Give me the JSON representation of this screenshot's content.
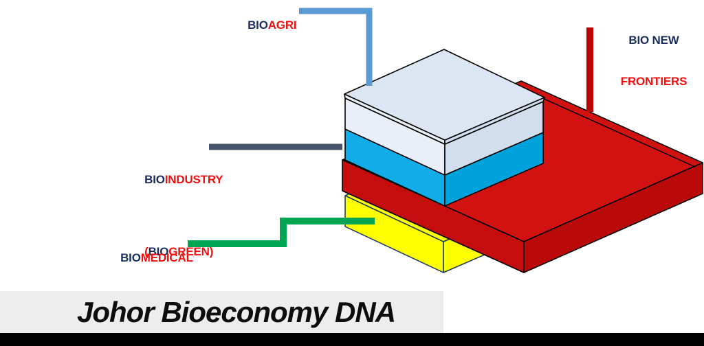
{
  "title": {
    "text": "Johor Bioeconomy DNA"
  },
  "labels": {
    "bioagri": {
      "bio": "BIO",
      "rest": "AGRI"
    },
    "bioindustry": {
      "bio": "BIO",
      "rest": "INDUSTRY"
    },
    "biogreen": {
      "open": "(",
      "bio": "BIO",
      "rest": "GREEN)"
    },
    "biomedical": {
      "bio": "BIO",
      "rest": "MEDICAL"
    },
    "bio_new_frontiers": {
      "line1": "BIO NEW",
      "line2": "FRONTIERS"
    }
  },
  "colors": {
    "navy_text": "#1B2E5F",
    "red_text": "#F80D0D",
    "connector_blue": "#5B9BD5",
    "connector_gray": "#44546A",
    "connector_green": "#00A651",
    "connector_red": "#C00000",
    "layer_pale_top": "#DCE6F2",
    "layer_pale_left": "#E9EFF8",
    "layer_pale_right": "#D2DEEE",
    "layer_cyan_left": "#12ACE8",
    "layer_cyan_right": "#00A2DC",
    "slab_red_top": "#D21111",
    "slab_red_left": "#C60D0D",
    "slab_red_right": "#BA0909",
    "layer_yellow": "#FFFF00",
    "title_bar_bg": "#EDEDED",
    "bottom_strip": "#000000"
  }
}
